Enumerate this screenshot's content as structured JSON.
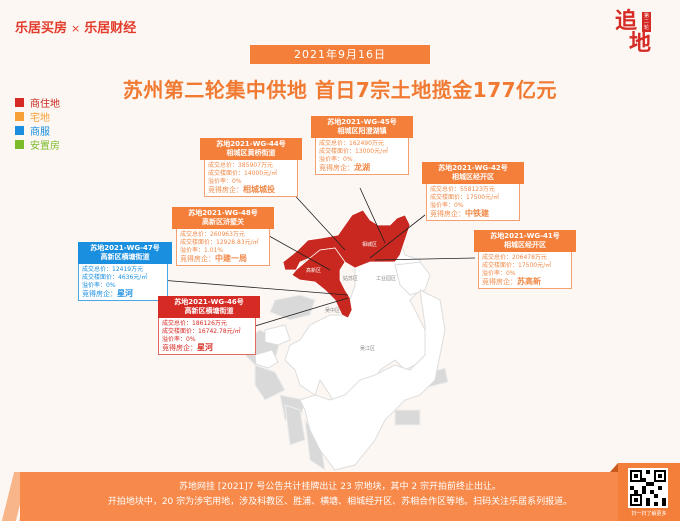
{
  "header": {
    "brand_left": "乐居买房",
    "brand_sep": "×",
    "brand_right": "乐居财经",
    "seal_chars": [
      "追",
      "地"
    ],
    "seal_stamp": "第二轮",
    "date": "2021年9月16日",
    "title": "苏州第二轮集中供地 首日7宗土地揽金177亿元"
  },
  "legend": [
    {
      "label": "商住地",
      "color": "#d62a24"
    },
    {
      "label": "宅地",
      "color": "#f7a035"
    },
    {
      "label": "商服",
      "color": "#1a8fe0"
    },
    {
      "label": "安置房",
      "color": "#7cbb2a"
    }
  ],
  "map": {
    "district_labels": [
      "相城区",
      "高新区",
      "姑苏区",
      "工业园区",
      "吴中区",
      "吴江区"
    ],
    "highlight_color": "#c8281f"
  },
  "field_labels": {
    "total": "成交总价：",
    "unit": "成交楼面价：",
    "premium": "溢价率：",
    "winner": "竞得房企："
  },
  "parcels": [
    {
      "id": "苏地2021-WG-44号",
      "location": "相城区黄桥街道",
      "total": "385907万元",
      "unit": "14000元/㎡",
      "premium": "0%",
      "winner": "相城城投",
      "color": "orange"
    },
    {
      "id": "苏地2021-WG-45号",
      "location": "相城区阳澄湖镇",
      "total": "162490万元",
      "unit": "13000元/㎡",
      "premium": "0%",
      "winner": "龙湖",
      "color": "orange"
    },
    {
      "id": "苏地2021-WG-42号",
      "location": "相城区经开区",
      "total": "558123万元",
      "unit": "17500元/㎡",
      "premium": "0%",
      "winner": "中铁建",
      "color": "orange"
    },
    {
      "id": "苏地2021-WG-48号",
      "location": "高新区浒墅关",
      "total": "260963万元",
      "unit": "12928.83元/㎡",
      "premium": "1.01%",
      "winner": "中建一局",
      "color": "orange"
    },
    {
      "id": "苏地2021-WG-47号",
      "location": "高新区横塘街道",
      "total": "12419万元",
      "unit": "4636元/㎡",
      "premium": "0%",
      "winner": "星河",
      "color": "blue"
    },
    {
      "id": "苏地2021-WG-41号",
      "location": "相城区经开区",
      "total": "206478万元",
      "unit": "17500元/㎡",
      "premium": "0%",
      "winner": "苏高新",
      "color": "orange"
    },
    {
      "id": "苏地2021-WG-46号",
      "location": "高新区横塘街道",
      "total": "186126万元",
      "unit": "16742.78元/㎡",
      "premium": "0%",
      "winner": "星河",
      "color": "red"
    }
  ],
  "footer": {
    "line1": "苏地网挂 [2021]7 号公告共计挂牌出让 23 宗地块，其中 2 宗开拍前终止出让。",
    "line2": "开拍地块中，20 宗为涉宅用地，涉及科教区、胜浦、横塘、相城经开区、苏相合作区等地。扫码关注乐居系列报道。",
    "qr_caption": "扫一扫了解更多"
  }
}
